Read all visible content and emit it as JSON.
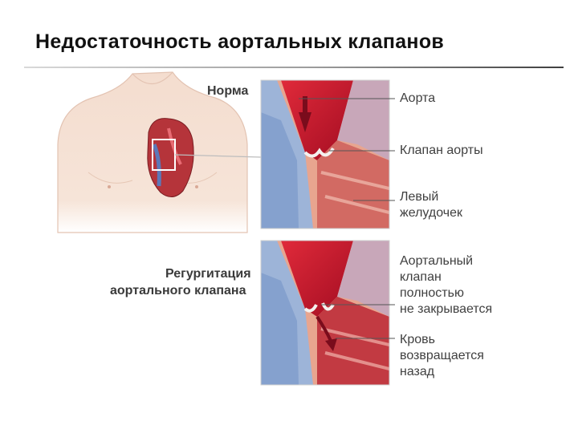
{
  "title": "Недостаточность аортальных клапанов",
  "panels": {
    "normal": {
      "heading": "Норма",
      "labels": {
        "aorta": "Аорта",
        "aortic_valve": "Клапан аорты",
        "left_ventricle_line1": "Левый",
        "left_ventricle_line2": "желудочек"
      }
    },
    "regurgitation": {
      "heading_line1": "Регургитация",
      "heading_line2": "аортального клапана",
      "labels": {
        "valve_line1": "Аортальный",
        "valve_line2": "клапан",
        "valve_line3": "полностью",
        "valve_line4": "не закрывается",
        "blood_line1": "Кровь",
        "blood_line2": "возвращается",
        "blood_line3": "назад"
      }
    }
  },
  "colors": {
    "skin": "#f4ddcf",
    "blood_red": "#c8102e",
    "dark_red": "#8c0a1e",
    "vein_blue": "#6f8fc4",
    "muscle": "#d9736b",
    "label_text": "#404040"
  }
}
